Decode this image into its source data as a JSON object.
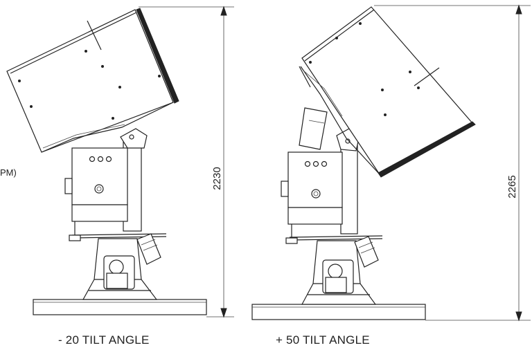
{
  "left_view": {
    "caption": "- 20 TILT ANGLE",
    "height_dimension": "2230"
  },
  "right_view": {
    "caption": "+ 50 TILT ANGLE",
    "height_dimension": "2265"
  },
  "side_fragment_text": "PM)"
}
